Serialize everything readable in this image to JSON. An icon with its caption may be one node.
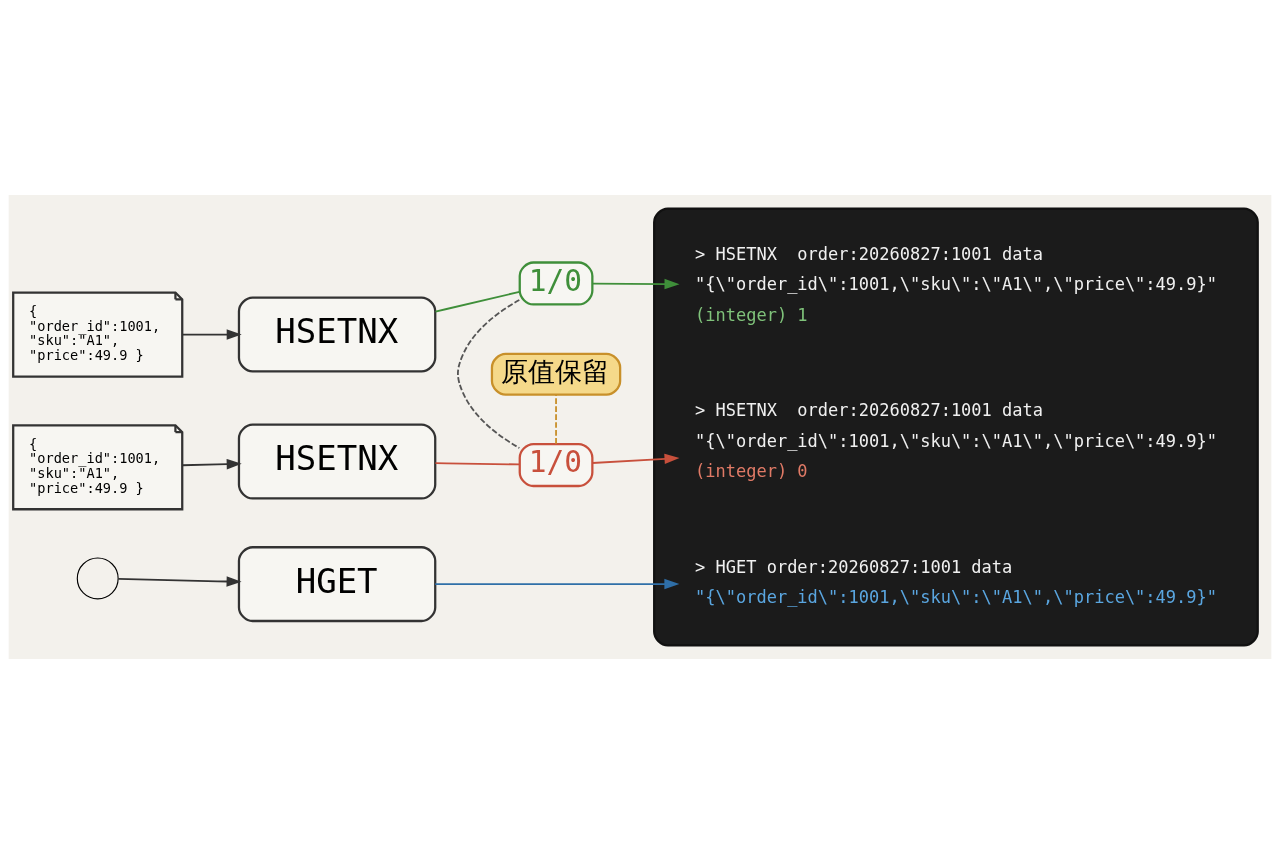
{
  "diagram": {
    "nodes": [
      {
        "text": [
          "{ \"order_id\":1001, \"sku\":\"A1\", \"price\":49.9 }"
        ]
      },
      {
        "text": [
          "HSETNX"
        ]
      },
      {
        "text": [
          "1/0"
        ]
      },
      {
        "text": [],
        "shape": "box"
      },
      {
        "text": [
          "> HSETNX  order:20260827:1001 data",
          "\"{\\\"order_id\\\":1001,\\\"sku\\\":\\\"A1\\\",\\\"price\\\":49.9}\"",
          "(integer) 1"
        ],
        "in": 3
      },
      {
        "text": [
          "{ \"order_id\":1001, \"sku\":\"A1\", \"price\":49.9 }"
        ]
      },
      {
        "text": [
          "HSETNX"
        ]
      },
      {
        "text": [
          "1/0"
        ]
      },
      {
        "text": [
          "> HSETNX  order:20260827:1001 data",
          "\"{\\\"order_id\\\":1001,\\\"sku\\\":\\\"A1\\\",\\\"price\\\":49.9}\"",
          "(integer) 0"
        ],
        "in": 3
      },
      {
        "text": [
          "原值保留"
        ]
      },
      {
        "text": [],
        "shape": "circle"
      },
      {
        "text": [
          "HGET"
        ]
      },
      {
        "text": [
          "> HGET order:20260827:1001 data",
          "\"{\\\"order_id\\\":1001,\\\"sku\\\":\\\"A1\\\",\\\"price\\\":49.9}\""
        ],
        "in": 3
      }
    ],
    "edges": [
      {
        "from": 0,
        "to": 1,
        "arrow": "to"
      },
      {
        "from": 1,
        "to": 2,
        "arrow": "none",
        "color": "#3f8f3a"
      },
      {
        "from": 2,
        "to": 4,
        "arrow": "to",
        "color": "#3f8f3a"
      },
      {
        "from": 5,
        "to": 6,
        "arrow": "to"
      },
      {
        "from": 6,
        "to": 7,
        "arrow": "none",
        "color": "#c8503c"
      },
      {
        "from": 7,
        "to": 8,
        "arrow": "to",
        "color": "#c8503c"
      },
      {
        "from": 2,
        "to": 7,
        "arrow": "none",
        "style": "dashed"
      },
      {
        "from": 7,
        "to": 9,
        "arrow": "none",
        "style": "dashed",
        "color": "#c8902a"
      },
      {
        "from": 10,
        "to": 11,
        "arrow": "to"
      },
      {
        "from": 11,
        "to": 12,
        "arrow": "to",
        "color": "#2f6fa8"
      }
    ]
  }
}
